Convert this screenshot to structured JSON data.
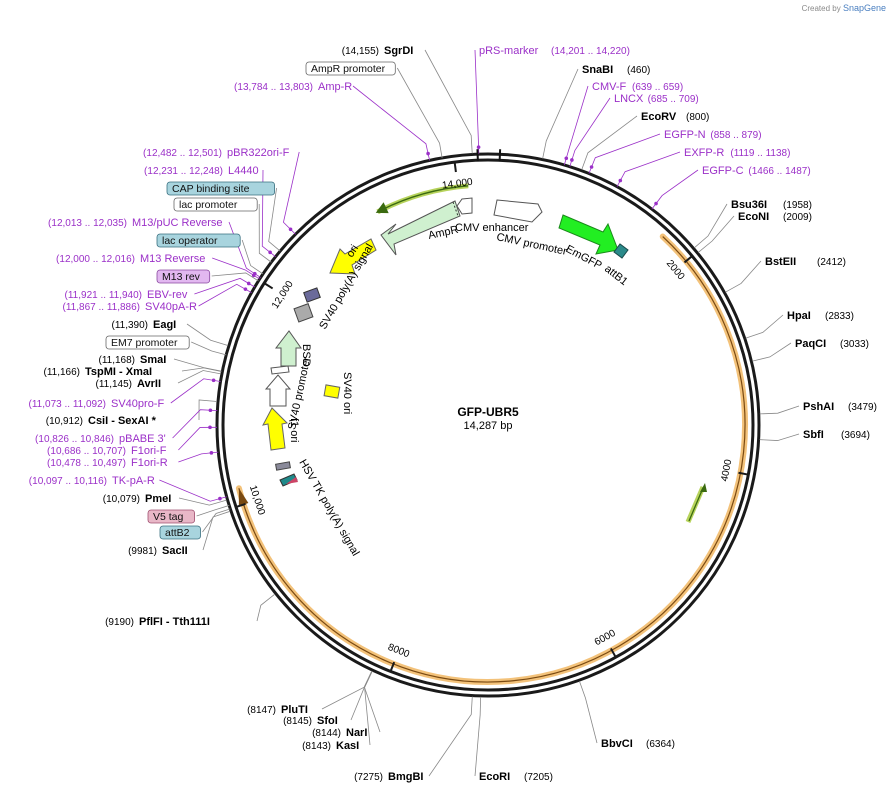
{
  "credit": {
    "created_by": "Created by",
    "brand": "SnapGene"
  },
  "plasmid": {
    "name": "GFP-UBR5",
    "size": "14,287 bp",
    "length": 14287
  },
  "colors": {
    "enzyme": "#000000",
    "primer": "#9b30c8",
    "orf": "#c8860a",
    "backbone": "#1a1a1a"
  },
  "enzymes": [
    {
      "id": "sgrdi",
      "pos": 14155,
      "name": "SgrDI",
      "site": "(14,155)"
    },
    {
      "id": "snabi",
      "pos": 460,
      "name": "SnaBI",
      "site": "(460)"
    },
    {
      "id": "ecorv",
      "pos": 800,
      "name": "EcoRV",
      "site": "(800)"
    },
    {
      "id": "bsu36i",
      "pos": 1958,
      "name": "Bsu36I",
      "site": "(1958)"
    },
    {
      "id": "econi",
      "pos": 2009,
      "name": "EcoNI",
      "site": "(2009)"
    },
    {
      "id": "bsteii",
      "pos": 2412,
      "name": "BstEII",
      "site": "(2412)"
    },
    {
      "id": "hpai",
      "pos": 2833,
      "name": "HpaI",
      "site": "(2833)"
    },
    {
      "id": "paqci",
      "pos": 3033,
      "name": "PaqCI",
      "site": "(3033)"
    },
    {
      "id": "pshai",
      "pos": 3479,
      "name": "PshAI",
      "site": "(3479)"
    },
    {
      "id": "sbfi",
      "pos": 3694,
      "name": "SbfI",
      "site": "(3694)"
    },
    {
      "id": "bbvci",
      "pos": 6364,
      "name": "BbvCI",
      "site": "(6364)"
    },
    {
      "id": "ecori",
      "pos": 7205,
      "name": "EcoRI",
      "site": "(7205)"
    },
    {
      "id": "bmgbi",
      "pos": 7275,
      "name": "BmgBI",
      "site": "(7275)"
    },
    {
      "id": "kasi",
      "pos": 8143,
      "name": "KasI",
      "site": "(8143)"
    },
    {
      "id": "nari",
      "pos": 8144,
      "name": "NarI",
      "site": "(8144)"
    },
    {
      "id": "sfoi",
      "pos": 8145,
      "name": "SfoI",
      "site": "(8145)"
    },
    {
      "id": "pluti",
      "pos": 8147,
      "name": "PluTI",
      "site": "(8147)"
    },
    {
      "id": "pflfi",
      "pos": 9190,
      "name": "PflFI  - Tth111I",
      "site": "(9190)"
    },
    {
      "id": "sacii",
      "pos": 9981,
      "name": "SacII",
      "site": "(9981)"
    },
    {
      "id": "pmei",
      "pos": 10079,
      "name": "PmeI",
      "site": "(10,079)"
    },
    {
      "id": "csii",
      "pos": 10912,
      "name": "CsiI  - SexAI *",
      "site": "(10,912)"
    },
    {
      "id": "avrii",
      "pos": 11145,
      "name": "AvrII",
      "site": "(11,145)"
    },
    {
      "id": "tspmi",
      "pos": 11166,
      "name": "TspMI  - XmaI",
      "site": "(11,166)"
    },
    {
      "id": "smai",
      "pos": 11168,
      "name": "SmaI",
      "site": "(11,168)"
    },
    {
      "id": "eagi",
      "pos": 11390,
      "name": "EagI",
      "site": "(11,390)"
    }
  ],
  "primers": [
    {
      "id": "prs",
      "pos": 14210,
      "name": "pRS-marker",
      "range": "(14,201 .. 14,220)"
    },
    {
      "id": "ampr-p",
      "pos": 13793,
      "name": "Amp-R",
      "range": "(13,784 .. 13,803)"
    },
    {
      "id": "cmvf",
      "pos": 649,
      "name": "CMV-F",
      "range": "(639 .. 659)"
    },
    {
      "id": "lncx",
      "pos": 697,
      "name": "LNCX",
      "range": "(685 .. 709)"
    },
    {
      "id": "egfpn",
      "pos": 868,
      "name": "EGFP-N",
      "range": "(858 .. 879)"
    },
    {
      "id": "exfpr",
      "pos": 1128,
      "name": "EXFP-R",
      "range": "(1119 .. 1138)"
    },
    {
      "id": "egfpc",
      "pos": 1476,
      "name": "EGFP-C",
      "range": "(1466 .. 1487)"
    },
    {
      "id": "pbr322",
      "pos": 12491,
      "name": "pBR322ori-F",
      "range": "(12,482 .. 12,501)"
    },
    {
      "id": "l4440",
      "pos": 12239,
      "name": "L4440",
      "range": "(12,231 .. 12,248)"
    },
    {
      "id": "m13puc",
      "pos": 12024,
      "name": "M13/pUC Reverse",
      "range": "(12,013 .. 12,035)"
    },
    {
      "id": "m13rev",
      "pos": 12008,
      "name": "M13 Reverse",
      "range": "(12,000 .. 12,016)"
    },
    {
      "id": "ebvrev",
      "pos": 11930,
      "name": "EBV-rev",
      "range": "(11,921 .. 11,940)"
    },
    {
      "id": "sv40par",
      "pos": 11876,
      "name": "SV40pA-R",
      "range": "(11,867 .. 11,886)"
    },
    {
      "id": "sv40prof",
      "pos": 11082,
      "name": "SV40pro-F",
      "range": "(11,073 .. 11,092)"
    },
    {
      "id": "pbabe3",
      "pos": 10836,
      "name": "pBABE 3'",
      "range": "(10,826 .. 10,846)"
    },
    {
      "id": "f1orif",
      "pos": 10696,
      "name": "F1ori-F",
      "range": "(10,686 .. 10,707)"
    },
    {
      "id": "f1orir",
      "pos": 10487,
      "name": "F1ori-R",
      "range": "(10,478 .. 10,497)"
    },
    {
      "id": "tkpar",
      "pos": 10106,
      "name": "TK-pA-R",
      "range": "(10,097 .. 10,116)"
    }
  ],
  "boxed_labels": [
    {
      "id": "ampr-promoter",
      "pos": 13900,
      "text": "AmpR promoter",
      "style": "white"
    },
    {
      "id": "cap-site",
      "pos": 12300,
      "text": "CAP binding site",
      "style": "teal"
    },
    {
      "id": "lac-promoter",
      "pos": 12180,
      "text": "lac promoter",
      "style": "white"
    },
    {
      "id": "lac-operator",
      "pos": 12060,
      "text": "lac operator",
      "style": "teal"
    },
    {
      "id": "m13-rev-box",
      "pos": 11990,
      "text": "M13 rev",
      "style": "violet"
    },
    {
      "id": "em7-promoter",
      "pos": 11310,
      "text": "EM7 promoter",
      "style": "white"
    },
    {
      "id": "v5-tag",
      "pos": 10030,
      "text": "V5 tag",
      "style": "pink"
    },
    {
      "id": "attb2",
      "pos": 10000,
      "text": "attB2",
      "style": "teal"
    }
  ],
  "features": [
    {
      "id": "ampr",
      "name": "AmpR",
      "type": "arrow"
    },
    {
      "id": "cmv-enhancer",
      "name": "CMV enhancer",
      "type": "arrow"
    },
    {
      "id": "cmv-promoter",
      "name": "CMV promoter",
      "type": "arrow"
    },
    {
      "id": "emgfp",
      "name": "EmGFP",
      "type": "arrow"
    },
    {
      "id": "attb1",
      "name": "attB1",
      "type": "box"
    },
    {
      "id": "ori",
      "name": "ori",
      "type": "arrow"
    },
    {
      "id": "sv40-polya",
      "name": "SV40 poly(A) signal",
      "type": "box"
    },
    {
      "id": "bsd",
      "name": "BSD",
      "type": "arrow"
    },
    {
      "id": "sv40-promoter",
      "name": "SV40 promoter",
      "type": "arrow"
    },
    {
      "id": "sv40-ori",
      "name": "SV40 ori",
      "type": "box"
    },
    {
      "id": "f1-ori",
      "name": "f1 ori",
      "type": "arrow"
    },
    {
      "id": "hsv-tk-polya",
      "name": "HSV TK poly(A) signal",
      "type": "box"
    }
  ],
  "ticks": [
    "2000",
    "4000",
    "6000",
    "8000",
    "10,000",
    "12,000",
    "14,000"
  ]
}
